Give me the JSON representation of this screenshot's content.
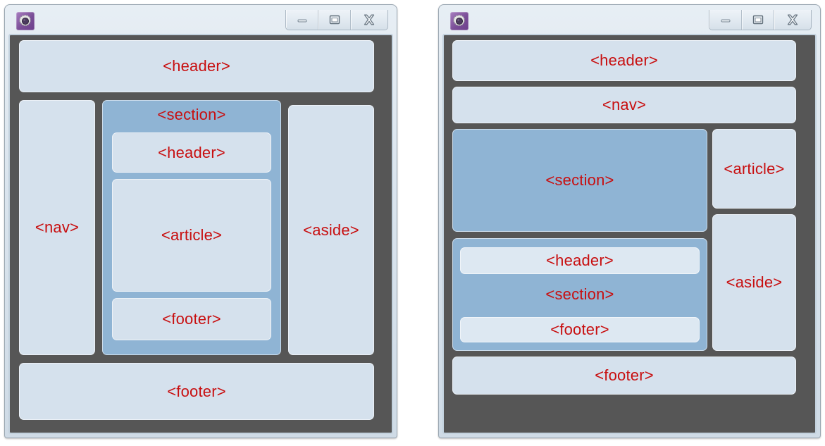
{
  "theme": {
    "text_color": "#c80f10",
    "box_light": "#d5e1ed",
    "box_lighter": "#dde8f2",
    "box_dark": "#8fb4d4",
    "window_gutter": "#565656",
    "titlebar_top": "#e7eef4",
    "icon_purple": "#7a4e97"
  },
  "windows": [
    {
      "name": "left-window",
      "titlebar": {
        "app_icon": "gear-icon",
        "buttons": [
          {
            "name": "minimize-button",
            "icon": "minimize-icon"
          },
          {
            "name": "maximize-button",
            "icon": "maximize-icon"
          },
          {
            "name": "close-button",
            "icon": "close-icon"
          }
        ]
      },
      "regions": {
        "header": "<header>",
        "nav": "<nav>",
        "section": "<section>",
        "section_header": "<header>",
        "section_article": "<article>",
        "section_footer": "<footer>",
        "aside": "<aside>",
        "footer": "<footer>"
      }
    },
    {
      "name": "right-window",
      "titlebar": {
        "app_icon": "gear-icon",
        "buttons": [
          {
            "name": "minimize-button",
            "icon": "minimize-icon"
          },
          {
            "name": "maximize-button",
            "icon": "maximize-icon"
          },
          {
            "name": "close-button",
            "icon": "close-icon"
          }
        ]
      },
      "regions": {
        "header": "<header>",
        "nav": "<nav>",
        "section_top": "<section>",
        "article": "<article>",
        "section_bottom": "<section>",
        "section_bottom_header": "<header>",
        "section_bottom_footer": "<footer>",
        "aside": "<aside>",
        "footer": "<footer>"
      }
    }
  ]
}
